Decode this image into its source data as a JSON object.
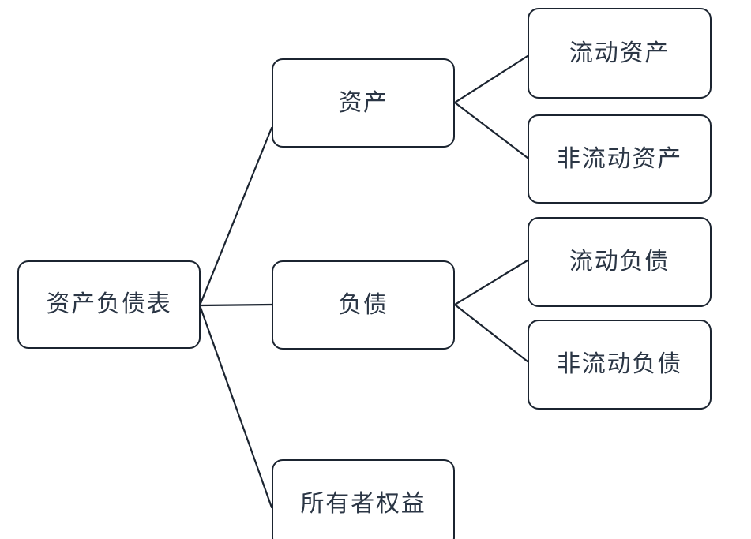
{
  "diagram": {
    "type": "tree",
    "title": "资产负债表",
    "stroke_color": "#1b2430",
    "text_color": "#2b3645",
    "background_color": "#ffffff",
    "nodes": {
      "root": {
        "label": "资产负债表",
        "level": 1
      },
      "assets": {
        "label": "资产",
        "level": 2
      },
      "liabilities": {
        "label": "负债",
        "level": 2
      },
      "equity": {
        "label": "所有者权益",
        "level": 2
      },
      "current_assets": {
        "label": "流动资产",
        "level": 3
      },
      "noncurrent_assets": {
        "label": "非流动资产",
        "level": 3
      },
      "current_liabilities": {
        "label": "流动负债",
        "level": 3
      },
      "noncurrent_liabilities": {
        "label": "非流动负债",
        "level": 3
      }
    },
    "edges": [
      {
        "from": "root",
        "to": "assets"
      },
      {
        "from": "root",
        "to": "liabilities"
      },
      {
        "from": "root",
        "to": "equity"
      },
      {
        "from": "assets",
        "to": "current_assets"
      },
      {
        "from": "assets",
        "to": "noncurrent_assets"
      },
      {
        "from": "liabilities",
        "to": "current_liabilities"
      },
      {
        "from": "liabilities",
        "to": "noncurrent_liabilities"
      }
    ]
  }
}
